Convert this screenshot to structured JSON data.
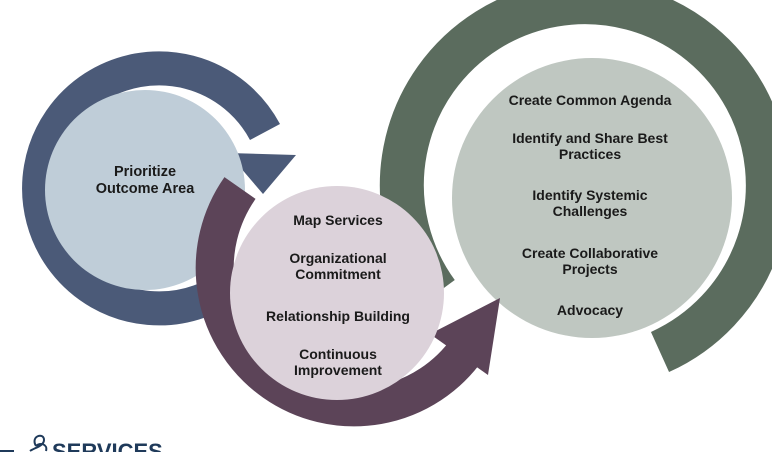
{
  "colors": {
    "circle1_ring": "#4b5a78",
    "circle1_fill": "#bfcdd8",
    "circle2_ring": "#5c4458",
    "circle2_fill": "#dcd2da",
    "circle3_ring": "#5b6c5e",
    "circle3_fill": "#bfc7c1",
    "logo": "#1f3a5a"
  },
  "stage1": {
    "lines": [
      "Prioritize",
      "Outcome Area"
    ]
  },
  "stage2": {
    "items": [
      [
        "Map Services"
      ],
      [
        "Organizational",
        "Commitment"
      ],
      [
        "Relationship Building"
      ],
      [
        "Continuous",
        "Improvement"
      ]
    ]
  },
  "stage3": {
    "items": [
      [
        "Create Common Agenda"
      ],
      [
        "Identify and Share Best",
        "Practices"
      ],
      [
        "Identify Systemic",
        "Challenges"
      ],
      [
        "Create Collaborative",
        "Projects"
      ],
      [
        "Advocacy"
      ]
    ]
  },
  "logo": {
    "icon": "people-loop-icon",
    "text": "SERVICES"
  }
}
